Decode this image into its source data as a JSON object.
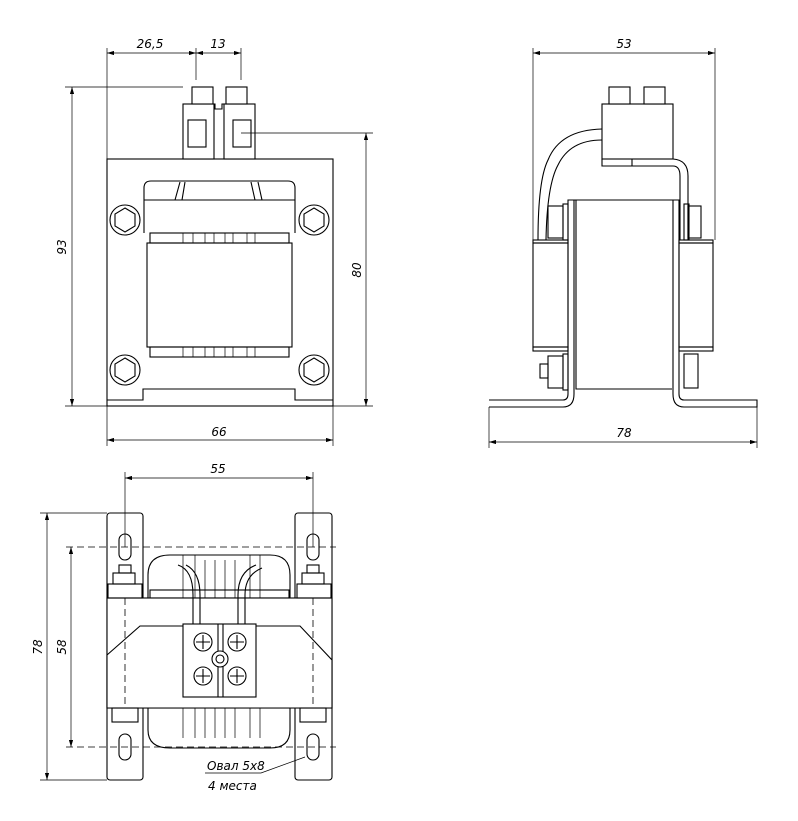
{
  "front_view": {
    "dim_left_offset": "26,5",
    "dim_pitch": "13",
    "dim_height_total": "93",
    "dim_height_frame": "80",
    "dim_width": "66"
  },
  "side_view": {
    "dim_depth": "53",
    "dim_base_width": "78"
  },
  "bottom_view": {
    "dim_hole_spacing_x": "55",
    "dim_overall_y": "78",
    "dim_hole_spacing_y": "58",
    "note_line1": "Овал 5х8",
    "note_line2": "4 места"
  }
}
